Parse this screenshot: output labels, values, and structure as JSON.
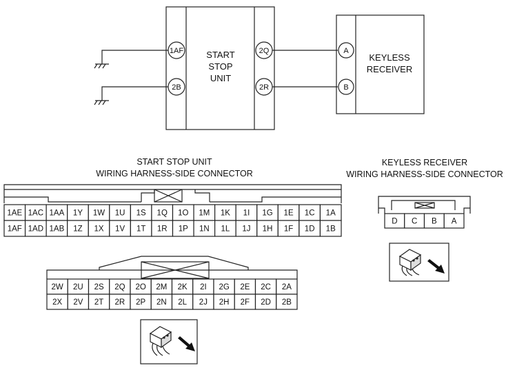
{
  "schematic": {
    "unit_label": [
      "START",
      "STOP",
      "UNIT"
    ],
    "receiver_label": [
      "KEYLESS",
      "RECEIVER"
    ],
    "unit_left_terminals": [
      "1AF",
      "2B"
    ],
    "unit_right_terminals": [
      "2Q",
      "2R"
    ],
    "receiver_terminals": [
      "A",
      "B"
    ]
  },
  "unit_connector": {
    "title": [
      "START STOP UNIT",
      "WIRING HARNESS-SIDE CONNECTOR"
    ],
    "block1_rows": [
      [
        "1AE",
        "1AC",
        "1AA",
        "1Y",
        "1W",
        "1U",
        "1S",
        "1Q",
        "1O",
        "1M",
        "1K",
        "1I",
        "1G",
        "1E",
        "1C",
        "1A"
      ],
      [
        "1AF",
        "1AD",
        "1AB",
        "1Z",
        "1X",
        "1V",
        "1T",
        "1R",
        "1P",
        "1N",
        "1L",
        "1J",
        "1H",
        "1F",
        "1D",
        "1B"
      ]
    ],
    "block2_rows": [
      [
        "2W",
        "2U",
        "2S",
        "2Q",
        "2O",
        "2M",
        "2K",
        "2I",
        "2G",
        "2E",
        "2C",
        "2A"
      ],
      [
        "2X",
        "2V",
        "2T",
        "2R",
        "2P",
        "2N",
        "2L",
        "2J",
        "2H",
        "2F",
        "2D",
        "2B"
      ]
    ]
  },
  "receiver_connector": {
    "title": [
      "KEYLESS RECEIVER",
      "WIRING HARNESS-SIDE CONNECTOR"
    ],
    "pins": [
      "D",
      "C",
      "B",
      "A"
    ]
  },
  "icons": [
    "connector-view-icon",
    "connector-view-icon"
  ]
}
